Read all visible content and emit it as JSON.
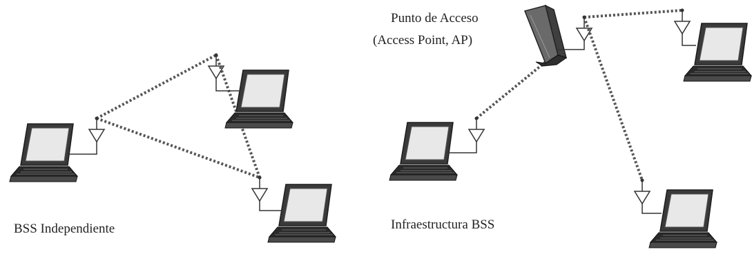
{
  "diagram": {
    "independent_label": "BSS Independiente",
    "infrastructure_label": "Infraestructura BSS",
    "access_point": {
      "line1": "Punto de Acceso",
      "line2": "(Access Point, AP)"
    }
  },
  "colors": {
    "link": "#555555",
    "laptop_body": "#3a3a3a",
    "laptop_screen": "#e8e8e8",
    "keyboard": "#2a2a2a",
    "antenna": "#333333",
    "ap_body": "#6a6a6a",
    "text": "#222222"
  },
  "icons": [
    "laptop-icon",
    "antenna-icon",
    "access-point-icon"
  ]
}
